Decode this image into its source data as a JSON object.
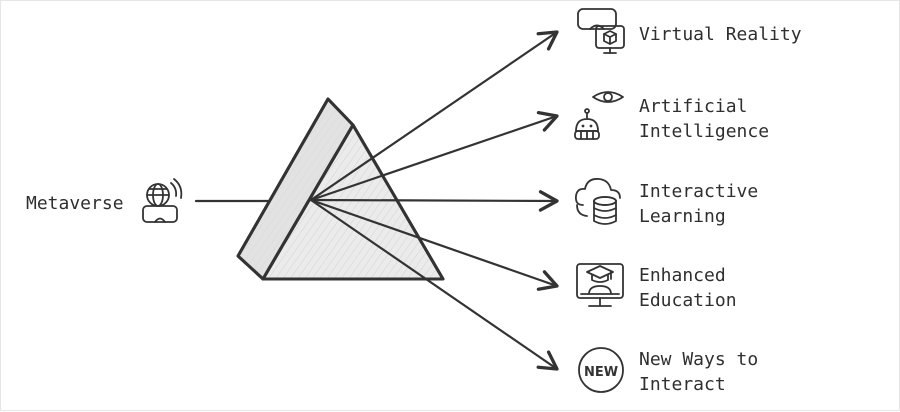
{
  "diagram": {
    "source": {
      "label": "Metaverse",
      "icon": "vr-globe-icon"
    },
    "prism_icon": "prism",
    "outputs": [
      {
        "label_lines": [
          "Virtual Reality"
        ],
        "icon": "vr-headset-icon"
      },
      {
        "label_lines": [
          "Artificial",
          "Intelligence"
        ],
        "icon": "robot-eye-icon"
      },
      {
        "label_lines": [
          "Interactive",
          "Learning"
        ],
        "icon": "cloud-database-icon"
      },
      {
        "label_lines": [
          "Enhanced",
          "Education"
        ],
        "icon": "graduation-monitor-icon"
      },
      {
        "label_lines": [
          "New Ways to",
          "Interact"
        ],
        "icon": "new-badge-icon",
        "badge_text": "NEW"
      }
    ],
    "colors": {
      "stroke": "#333333",
      "prism_fill": "#ebebeb",
      "text": "#2f2f2f",
      "background": "#ffffff"
    }
  }
}
